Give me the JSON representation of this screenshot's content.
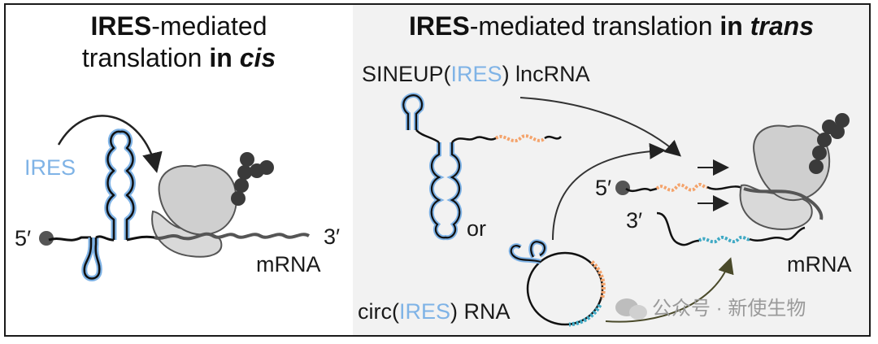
{
  "panels": {
    "cis": {
      "title_bold": "IRES",
      "title_rest": "-mediated",
      "title_line2_plain": "translation ",
      "title_line2_bold": "in ",
      "title_line2_bolditalic": "cis",
      "ires_label": "IRES",
      "five_prime": "5′",
      "three_prime": "3′",
      "mrna_label": "mRNA"
    },
    "trans": {
      "title_bold": "IRES",
      "title_rest": "-mediated translation ",
      "title_bold2": "in ",
      "title_bolditalic": "trans",
      "sineup_prefix": "SINEUP(",
      "sineup_ires": "IRES",
      "sineup_suffix": ") lncRNA",
      "or_label": "or",
      "circ_prefix": "circ(",
      "circ_ires": "IRES",
      "circ_suffix": ") RNA",
      "five_prime": "5′",
      "three_prime": "3′",
      "mrna_label": "mRNA"
    }
  },
  "watermark": {
    "text": "公众号 · 新使生物"
  },
  "colors": {
    "ires_blue": "#7fb3e6",
    "orange": "#f4a36b",
    "teal": "#3fa9c4",
    "ribosome": "#cfcfcf",
    "peptide": "#3a3a3a",
    "panel_bg": "#f2f2f2"
  }
}
